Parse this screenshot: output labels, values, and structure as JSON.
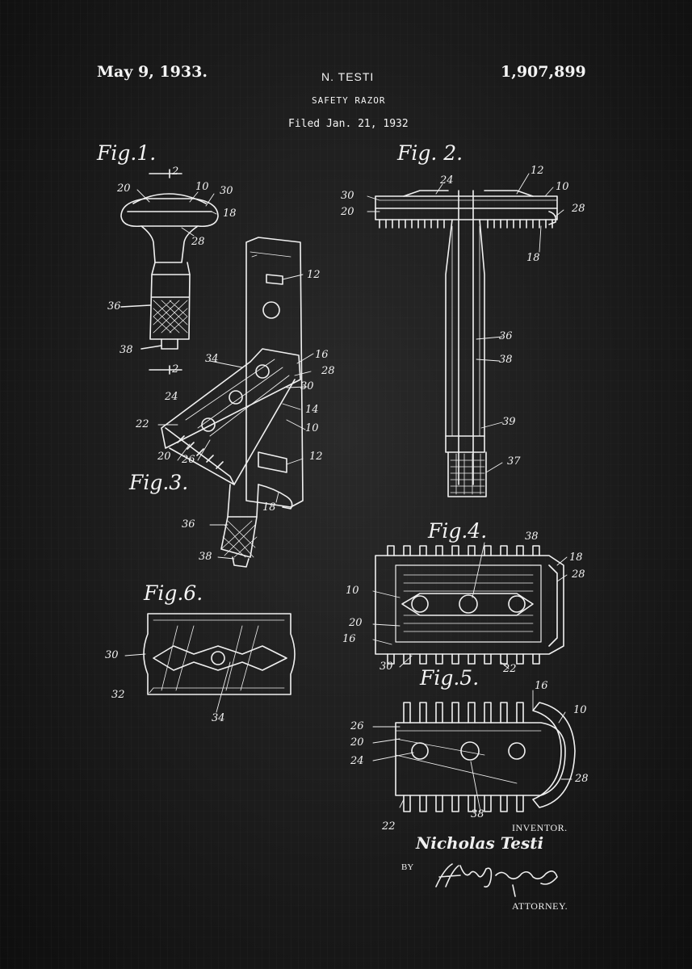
{
  "header": {
    "date": "May 9, 1933.",
    "inventor_header": "N. TESTI",
    "patent_number": "1,907,899",
    "title": "SAFETY RAZOR",
    "filed": "Filed Jan. 21, 1932"
  },
  "figures": {
    "fig1": "Fig.1.",
    "fig2": "Fig. 2.",
    "fig3": "Fig.3.",
    "fig4": "Fig.4.",
    "fig5": "Fig.5.",
    "fig6": "Fig.6."
  },
  "refs": {
    "f1_2a": "2",
    "f1_20": "20",
    "f1_10": "10",
    "f1_30": "30",
    "f1_18": "18",
    "f1_28": "28",
    "f1_36": "36",
    "f1_38": "38",
    "f1_2b": "2",
    "f2_12": "12",
    "f2_24": "24",
    "f2_30": "30",
    "f2_10": "10",
    "f2_20": "20",
    "f2_28": "28",
    "f2_18": "18",
    "f2_36": "36",
    "f2_38": "38",
    "f2_39": "39",
    "f2_37": "37",
    "f3_12a": "12",
    "f3_34": "34",
    "f3_16": "16",
    "f3_28": "28",
    "f3_30": "30",
    "f3_24": "24",
    "f3_14": "14",
    "f3_22": "22",
    "f3_10": "10",
    "f3_20": "20",
    "f3_26": "26",
    "f3_12b": "12",
    "f3_18": "18",
    "f3_36": "36",
    "f3_38": "38",
    "f4_38": "38",
    "f4_18": "18",
    "f4_28": "28",
    "f4_10": "10",
    "f4_20": "20",
    "f4_16": "16",
    "f4_30": "30",
    "f4_22": "22",
    "f5_16": "16",
    "f5_10": "10",
    "f5_26": "26",
    "f5_20": "20",
    "f5_24": "24",
    "f5_28": "28",
    "f5_38": "38",
    "f5_22": "22",
    "f6_30": "30",
    "f6_32": "32",
    "f6_34": "34"
  },
  "footer": {
    "inventor_label": "INVENTOR.",
    "inventor_name": "Nicholas Testi",
    "by": "BY",
    "attorney_label": "ATTORNEY."
  },
  "colors": {
    "background": "#1b1b1b",
    "ink": "#f2f2f2"
  }
}
